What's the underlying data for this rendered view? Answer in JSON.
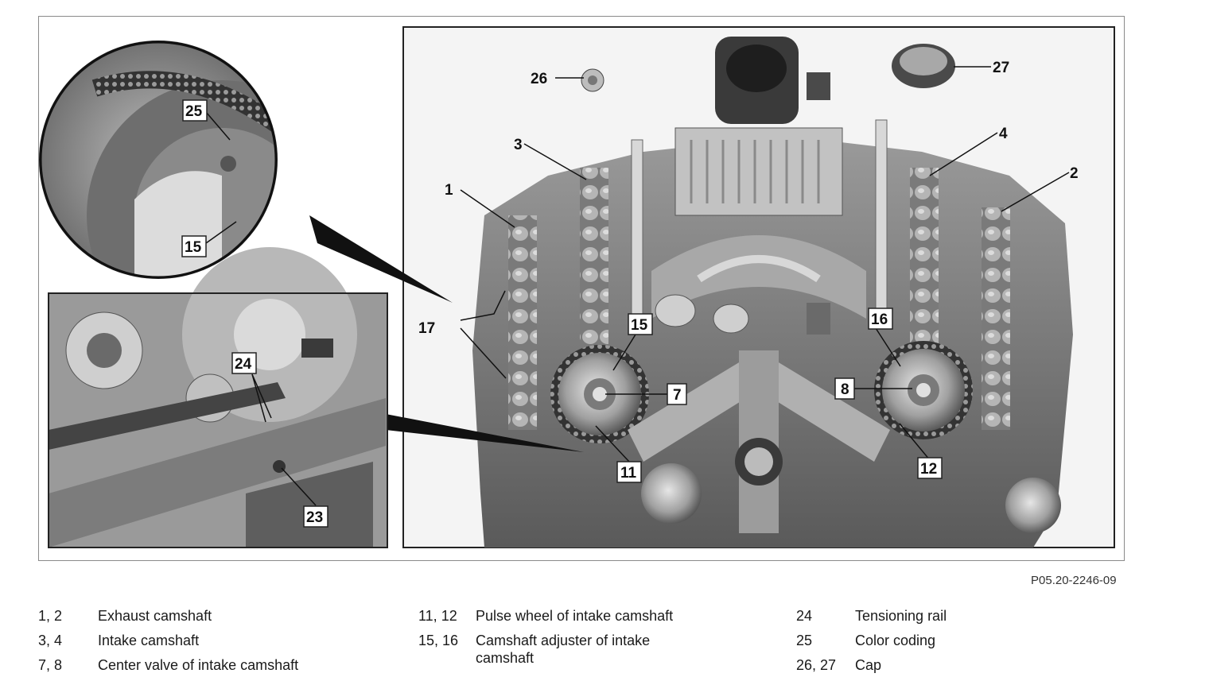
{
  "figure_code": "P05.20-2246-09",
  "callouts": {
    "c1": "1",
    "c2": "2",
    "c3": "3",
    "c4": "4",
    "c7": "7",
    "c8": "8",
    "c11": "11",
    "c12": "12",
    "c15": "15",
    "c15_inset": "15",
    "c16": "16",
    "c17": "17",
    "c23": "23",
    "c24": "24",
    "c25": "25",
    "c26": "26",
    "c27": "27"
  },
  "legend": {
    "col1": [
      {
        "num": "1, 2",
        "text": "Exhaust camshaft"
      },
      {
        "num": "3, 4",
        "text": "Intake camshaft"
      },
      {
        "num": "7, 8",
        "text": "Center valve of intake camshaft"
      }
    ],
    "col2": [
      {
        "num": "11, 12",
        "text": "Pulse wheel of intake camshaft"
      },
      {
        "num": "15, 16",
        "text": "Camshaft adjuster of intake camshaft"
      }
    ],
    "col3": [
      {
        "num": "24",
        "text": "Tensioning rail"
      },
      {
        "num": "25",
        "text": "Color coding"
      },
      {
        "num": "26, 27",
        "text": "Cap"
      }
    ]
  },
  "colors": {
    "engine_dark": "#3c3c3c",
    "engine_mid": "#8c8c8c",
    "engine_light": "#c8c8c8",
    "frame": "#8a8a8a"
  }
}
